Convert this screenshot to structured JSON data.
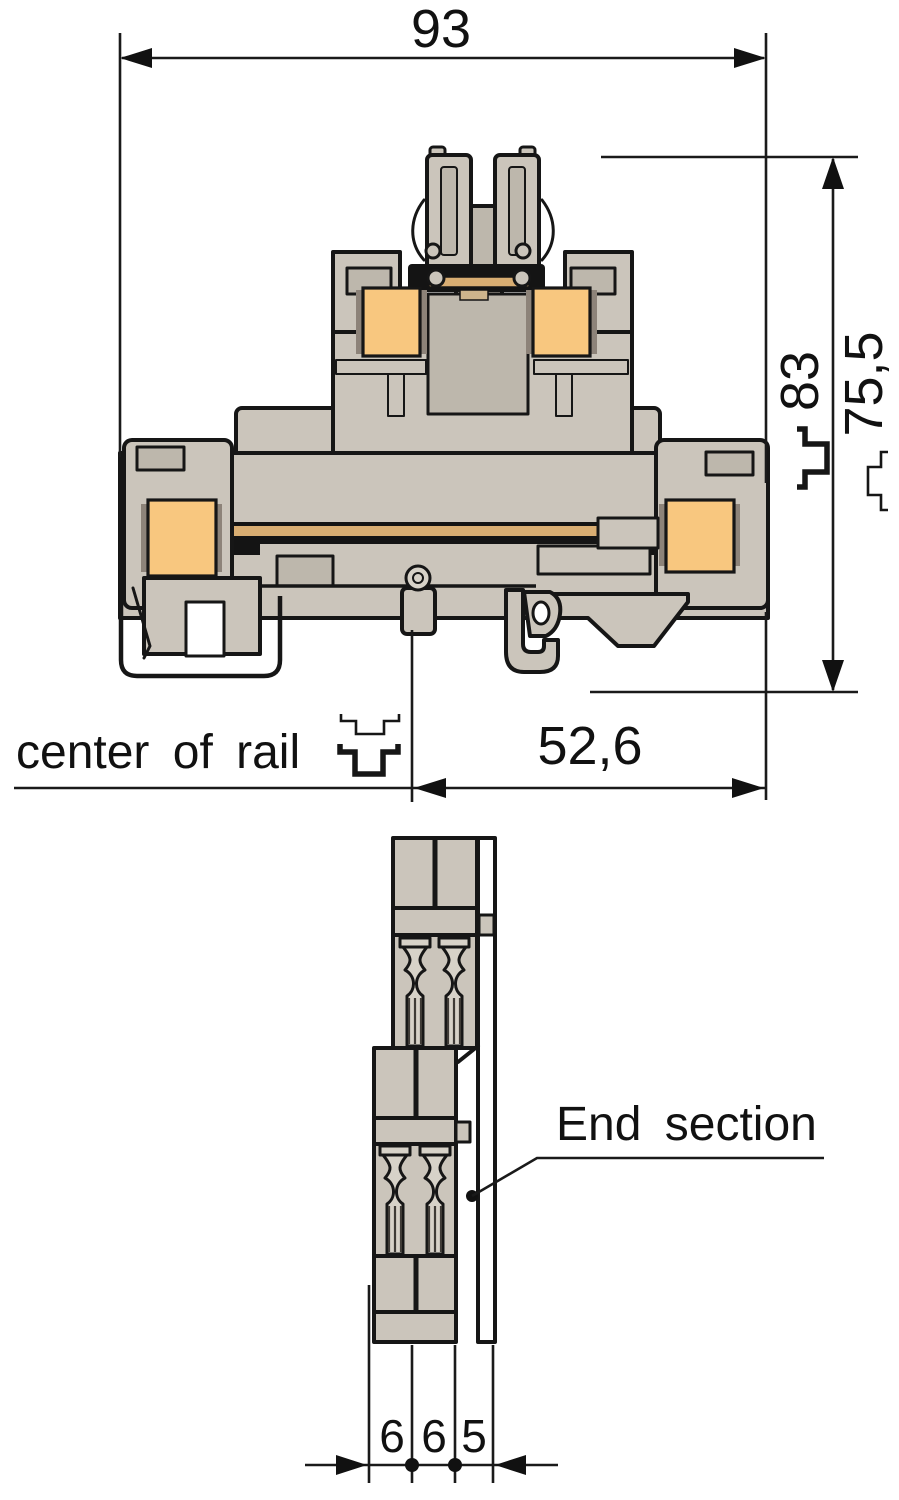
{
  "front_view": {
    "overall_width": "93",
    "height_over_deep_rail": "83",
    "height_over_flat_rail": "75,5",
    "rail_center_to_edge": "52,6",
    "center_of_rail_label": "center of rail"
  },
  "side_view": {
    "end_section_label": "End section",
    "pitch": [
      "6",
      "6",
      "5"
    ]
  },
  "icons": {
    "rail_profile_thin": "din-rail-profile-icon-thin",
    "rail_profile_thick": "din-rail-profile-icon-thick"
  },
  "colors": {
    "body_gray": "#cbc5bb",
    "recess_gray": "#bdb7ac",
    "contact_orange": "#f8c77f",
    "busbar_tan": "#d8ad72",
    "outline_black": "#161616",
    "background": "#ffffff"
  }
}
